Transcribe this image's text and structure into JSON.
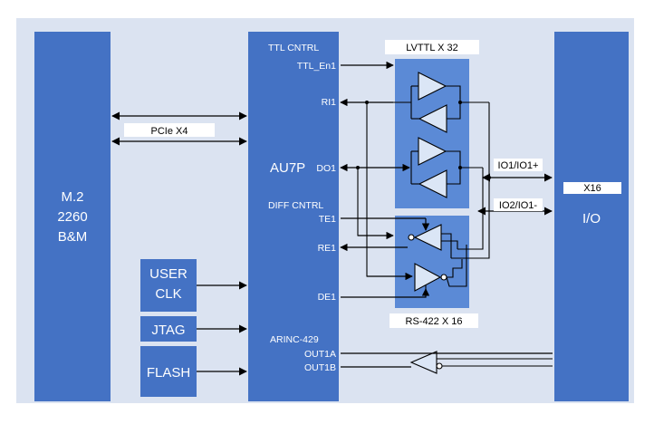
{
  "m2": {
    "line1": "M.2",
    "line2": "2260",
    "line3": "B&M"
  },
  "io": {
    "label": "I/O",
    "x16": "X16",
    "io1": "IO1/IO1+",
    "io2": "IO2/IO1-"
  },
  "pcie": "PCIe X4",
  "user_clk": {
    "line1": "USER",
    "line2": "CLK"
  },
  "jtag": "JTAG",
  "flash": "FLASH",
  "fpga": {
    "ttl_cntrl": "TTL CNTRL",
    "ttl_en1": "TTL_En1",
    "ri1": "RI1",
    "name": "AU7P",
    "do1": "DO1",
    "diff_cntrl": "DIFF CNTRL",
    "te1": "TE1",
    "re1": "RE1",
    "de1": "DE1",
    "arinc": "ARINC-429",
    "out1a": "OUT1A",
    "out1b": "OUT1B"
  },
  "lvttl_label": "LVTTL X 32",
  "rs422_label": "RS-422 X 16",
  "colors": {
    "background": "#dbe3f1",
    "block": "#4472c4",
    "chip": "#5b8ad6",
    "line": "#000000"
  }
}
